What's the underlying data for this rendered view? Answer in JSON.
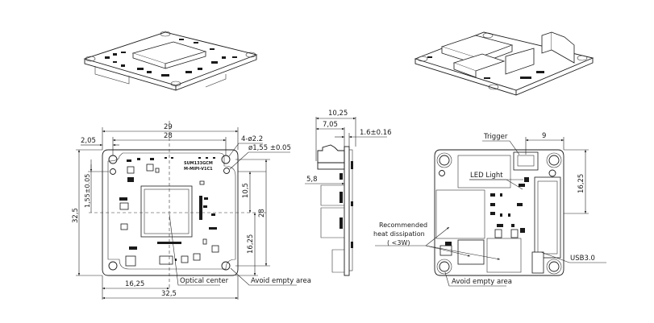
{
  "views": {
    "iso_front": "isometric-top-view",
    "iso_back": "isometric-bottom-view"
  },
  "front_view": {
    "dims": {
      "width_outer": "29",
      "width_holes": "28",
      "hole_offset": "2,05",
      "hole_spec": "4-ø2.2",
      "pin_spec": "ø1,55 ±0.05",
      "height_total": "32,5",
      "pin_offset_v": "1,55±0.05",
      "optical_v_top": "10,5",
      "height_holes": "28",
      "optical_v_bottom": "16,25",
      "optical_h": "16,25",
      "width_total": "32,5"
    },
    "silkscreen": [
      "SUM133GCM",
      "M-MIPI-V1C1"
    ],
    "callouts": {
      "optical_center": "Optical center",
      "avoid_empty": "Avoid empty area"
    }
  },
  "side_view": {
    "dims": {
      "depth_total": "10,25",
      "connector_depth": "7,05",
      "pcb_thickness": "1.6±0.16",
      "offset": "5,8"
    }
  },
  "back_view": {
    "dims": {
      "trigger_offset": "9",
      "trigger_v": "16,25"
    },
    "callouts": {
      "trigger": "Trigger",
      "led_light": "LED Light",
      "heat_line1": "Recommended",
      "heat_line2": "heat dissipation",
      "heat_line3": "( <3W)",
      "usb": "USB3.0",
      "avoid_empty": "Avoid empty area"
    }
  },
  "colors": {
    "line": "#1a1a1a",
    "background": "#ffffff"
  }
}
